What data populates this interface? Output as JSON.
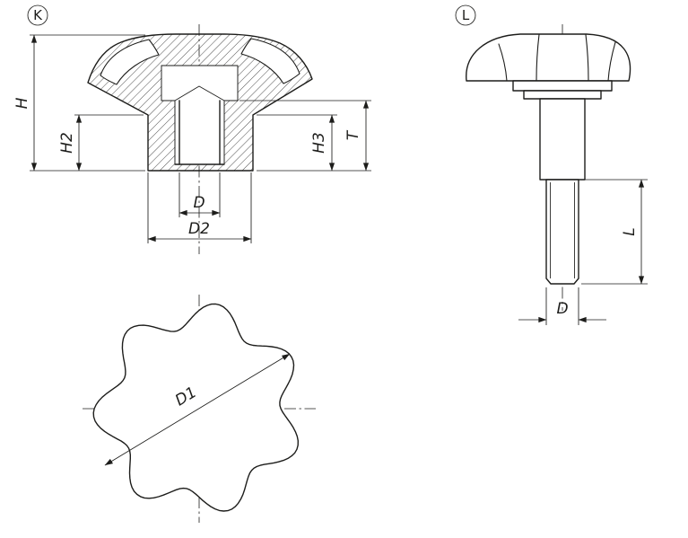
{
  "sheet": {
    "background": "#ffffff",
    "line_color": "#1d1d1b"
  },
  "views": {
    "section_k": {
      "label": "K"
    },
    "side_l": {
      "label": "L"
    }
  },
  "dims": {
    "H": "H",
    "H2": "H2",
    "H3": "H3",
    "T": "T",
    "D_bore": "D",
    "D2": "D2",
    "D1": "D1",
    "L": "L",
    "D_stud": "D"
  },
  "star": {
    "lobes": 7
  }
}
